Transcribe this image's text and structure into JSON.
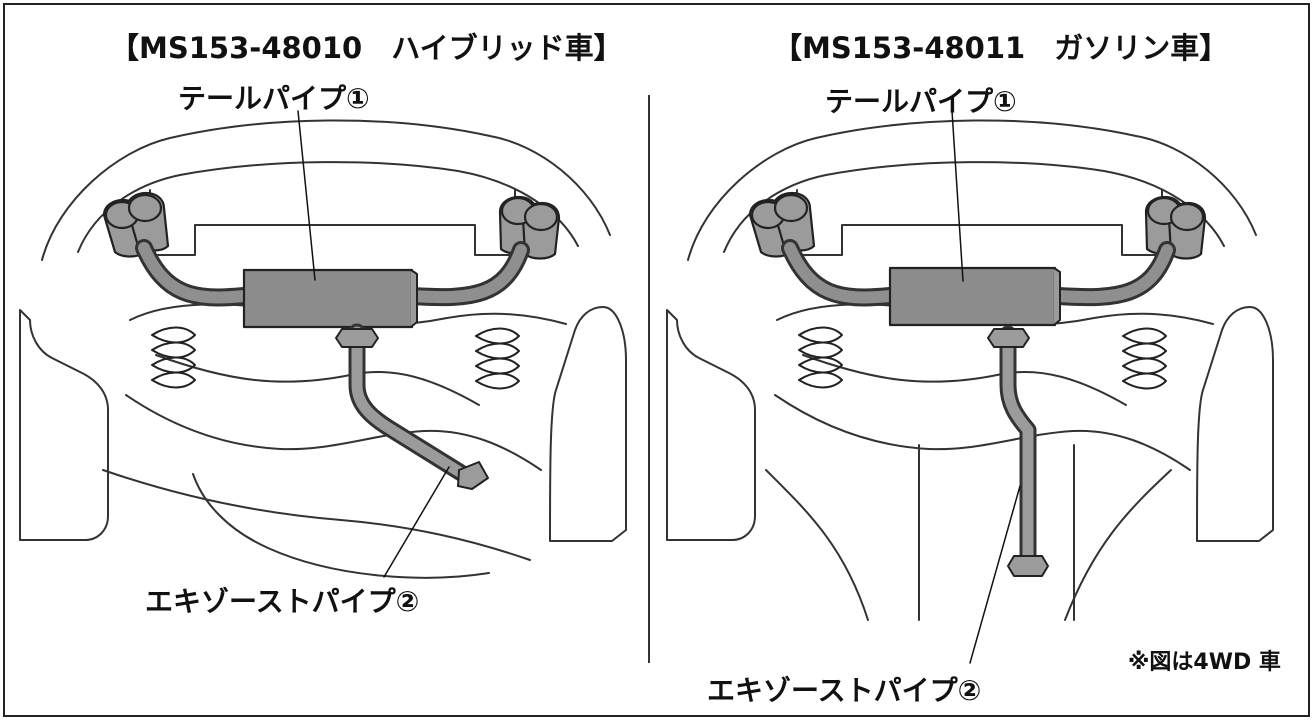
{
  "titles": {
    "left": "【MS153-48010　ハイブリッド車】",
    "right": "【MS153-48011　ガソリン車】"
  },
  "labels": {
    "left_tailpipe": "テールパイプ①",
    "right_tailpipe": "テールパイプ①",
    "left_exhaust": "エキゾーストパイプ②",
    "right_exhaust": "エキゾーストパイプ②"
  },
  "footnote": "※図は4WD 車",
  "colors": {
    "line": "#222222",
    "muffler": "#8c8c8c",
    "pipe": "#9b9b9b",
    "background": "#ffffff"
  }
}
